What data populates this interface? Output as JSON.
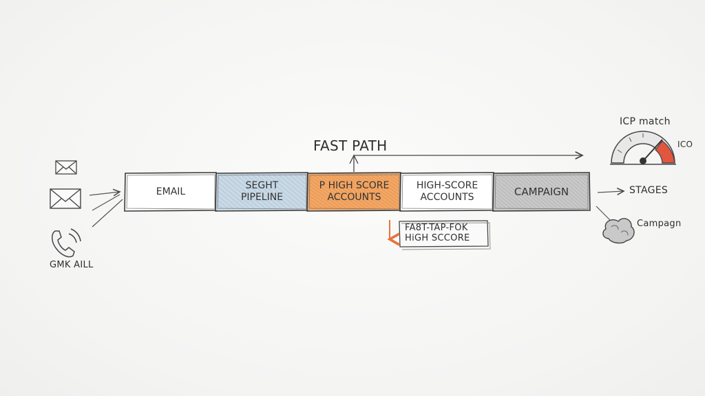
{
  "fast_path_label": "FAST PATH",
  "channels": {
    "caption": "GMK AILL",
    "icons": [
      "envelope-icon",
      "envelope-icon",
      "phone-icon"
    ]
  },
  "stages": [
    {
      "label": "EMAIL",
      "fill": "#ffffff"
    },
    {
      "label": "SEGHT\nPIPELINE",
      "fill": "#c9d9e6"
    },
    {
      "label": "P HIGH SCORE\nACCOUNTS",
      "fill": "#f2a765"
    },
    {
      "label": "HIGH-SCORE\nACCOUNTS",
      "fill": "#ffffff"
    },
    {
      "label": "CAMPAIGN",
      "fill": "#c8c8c8"
    }
  ],
  "callout": {
    "line1": "FA8T-TAP-FOK",
    "line2": "HiGH SCCORE",
    "arrow_color": "#e8733a"
  },
  "outputs": {
    "stages_label": "STAGES",
    "campaign_label": "Campagn",
    "campaign_icon": "cloud-blob-icon"
  },
  "gauge": {
    "title": "ICP match",
    "side_label": "ICO",
    "accent": "#e2553f",
    "icon": "gauge-icon"
  }
}
